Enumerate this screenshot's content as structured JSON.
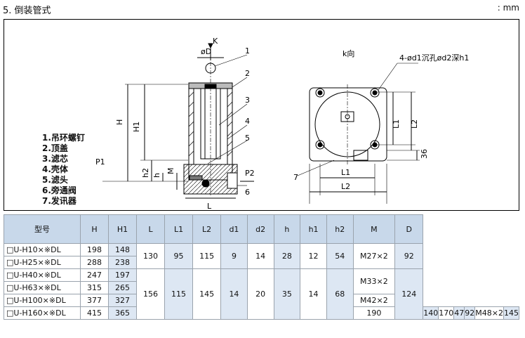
{
  "heading": "5. 倒装管式",
  "unit": ": mm",
  "drawing": {
    "callouts": [
      "1",
      "2",
      "3",
      "4",
      "5",
      "6",
      "7"
    ],
    "dims": {
      "k": "K",
      "od": "øD",
      "h_big": "H",
      "h1": "H1",
      "h2": "h2",
      "h": "h",
      "m": "M",
      "l": "L",
      "p1": "P1",
      "p2": "P2",
      "kview": "k向",
      "holes": "4-ød1沉孔ød2深h1",
      "l1": "L1",
      "l2": "L2",
      "d36": "36",
      "l1b": "L1",
      "l2b": "L2"
    },
    "parts": [
      "1.吊环螺钉",
      "2.顶盖",
      "3.滤芯",
      "4.壳体",
      "5.滤头",
      "6.旁通阀",
      "7.发讯器"
    ]
  },
  "table": {
    "headers": [
      "型号",
      "H",
      "H1",
      "L",
      "L1",
      "L2",
      "d1",
      "d2",
      "h",
      "h1",
      "h2",
      "M",
      "D"
    ],
    "models": [
      "□U-H10×※DL",
      "□U-H25×※DL",
      "□U-H40×※DL",
      "□U-H63×※DL",
      "□U-H100×※DL",
      "□U-H160×※DL"
    ],
    "H": [
      "198",
      "288",
      "247",
      "315",
      "377",
      "415"
    ],
    "H1": [
      "148",
      "238",
      "197",
      "265",
      "327",
      "365"
    ],
    "L": [
      "130",
      "156",
      "190"
    ],
    "L1": [
      "95",
      "115",
      "140"
    ],
    "L2": [
      "115",
      "145",
      "170"
    ],
    "d1": [
      "9",
      "14"
    ],
    "d2": [
      "14",
      "20"
    ],
    "h": [
      "28",
      "35",
      "47"
    ],
    "h1": [
      "12",
      "14"
    ],
    "h2": [
      "54",
      "68",
      "92"
    ],
    "M": [
      "M27×2",
      "M33×2",
      "M42×2",
      "M48×2"
    ],
    "D": [
      "92",
      "124",
      "145"
    ]
  }
}
